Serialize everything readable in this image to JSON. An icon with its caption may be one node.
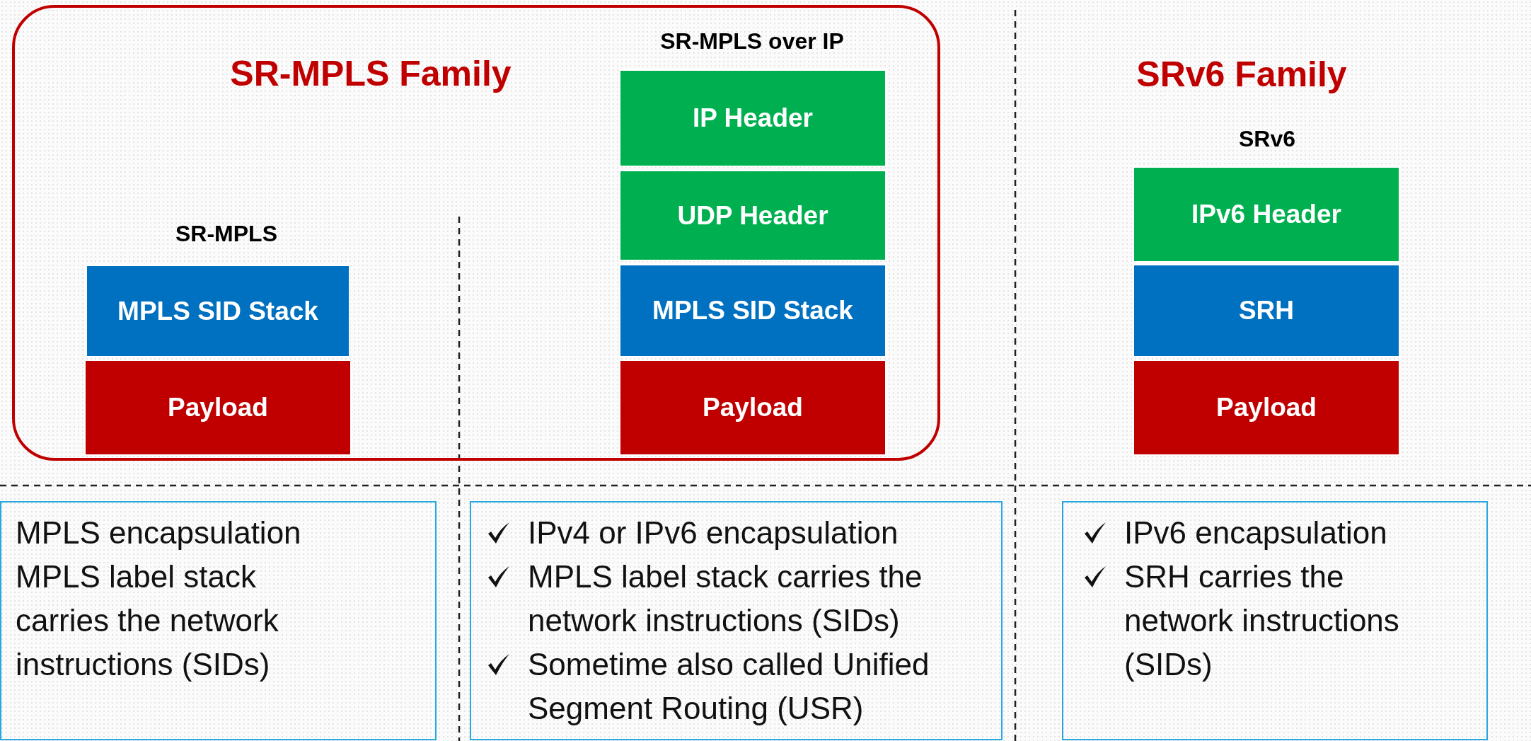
{
  "diagram": {
    "nodes": [
      {
        "text": [
          "SR-MPLS Family"
        ]
      },
      {
        "text": [
          "MPLS SID Stack"
        ],
        "in": 0
      },
      {
        "text": [
          "Payload"
        ],
        "in": 0
      },
      {
        "text": [
          "IP Header"
        ],
        "in": 0
      },
      {
        "text": [
          "UDP Header"
        ],
        "in": 0
      },
      {
        "text": [
          "MPLS SID Stack"
        ],
        "in": 0
      },
      {
        "text": [
          "Payload"
        ],
        "in": 0
      },
      {
        "text": [
          "IPv6 Header"
        ]
      },
      {
        "text": [
          "SRH"
        ]
      },
      {
        "text": [
          "Payload"
        ]
      },
      {
        "text": [
          "MPLS encapsulation",
          "MPLS label stack carries the network instructions (SIDs)"
        ]
      },
      {
        "text": [
          "IPv4 or IPv6 encapsulation",
          "MPLS label stack carries the network instructions (SIDs)",
          "Sometime also called Unified Segment Routing (USR)"
        ]
      },
      {
        "text": [
          "IPv6 encapsulation",
          "SRH carries the network instructions (SIDs)"
        ]
      }
    ],
    "edges": [],
    "labels": [
      "SR-MPLS over IP",
      "SRv6 Family",
      "SR-MPLS",
      "SRv6"
    ]
  }
}
